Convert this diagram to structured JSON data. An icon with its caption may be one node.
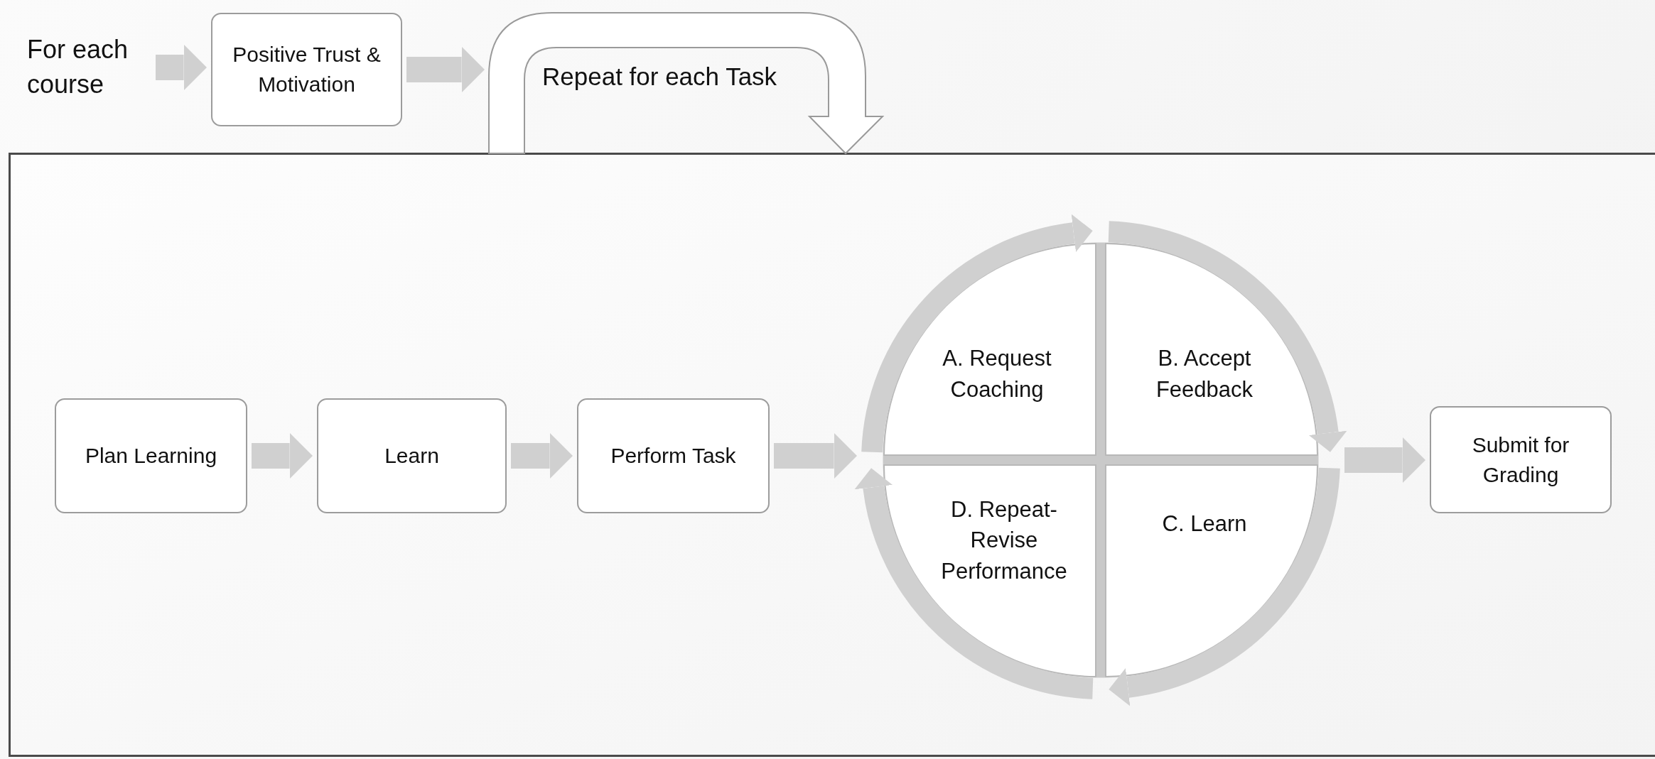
{
  "diagram": {
    "nodes": [
      {
        "text": [
          "For each course"
        ]
      },
      {
        "text": [
          "Positive Trust & Motivation"
        ]
      },
      {
        "text": [
          "Repeat for each Task"
        ]
      },
      {
        "text": [],
        "shape": "box"
      },
      {
        "text": [
          "Plan Learning"
        ],
        "in": 3
      },
      {
        "text": [
          "Learn"
        ],
        "in": 3
      },
      {
        "text": [
          "Perform Task"
        ],
        "in": 3
      },
      {
        "text": [],
        "shape": "circle",
        "in": 3
      },
      {
        "text": [
          "A. Request Coaching"
        ],
        "in": 7
      },
      {
        "text": [
          "B. Accept Feedback"
        ],
        "in": 7
      },
      {
        "text": [
          "C. Learn"
        ],
        "in": 7
      },
      {
        "text": [
          "D. Repeat- Revise Performance"
        ],
        "in": 7
      },
      {
        "text": [
          "Submit for Grading"
        ],
        "in": 3
      }
    ],
    "edges": [
      {
        "from": 0,
        "to": 1,
        "arrow": "to"
      },
      {
        "from": 1,
        "to": 2,
        "arrow": "to"
      },
      {
        "from": 4,
        "to": 5,
        "arrow": "to"
      },
      {
        "from": 5,
        "to": 6,
        "arrow": "to"
      },
      {
        "from": 6,
        "to": 7,
        "arrow": "to"
      },
      {
        "from": 8,
        "to": 9,
        "arrow": "to"
      },
      {
        "from": 9,
        "to": 10,
        "arrow": "to"
      },
      {
        "from": 10,
        "to": 11,
        "arrow": "to"
      },
      {
        "from": 11,
        "to": 8,
        "arrow": "to"
      },
      {
        "from": 7,
        "to": 12,
        "arrow": "to"
      }
    ]
  }
}
